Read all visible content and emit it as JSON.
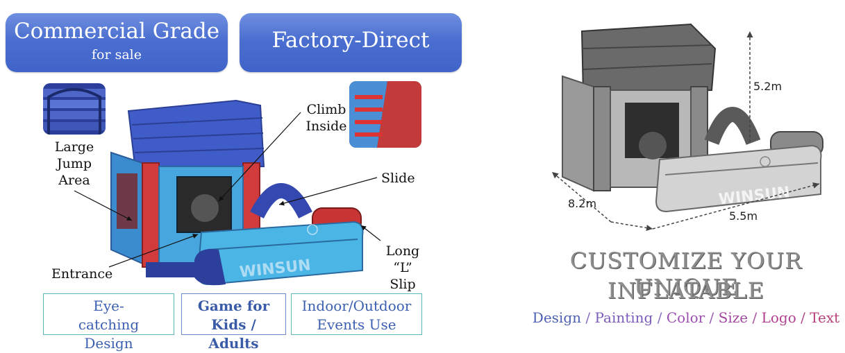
{
  "badges": {
    "commercial": {
      "title": "Commercial Grade",
      "subtitle": "for sale"
    },
    "factory": {
      "title": "Factory-Direct"
    }
  },
  "product_labels": {
    "jump_area": "Large Jump Area",
    "climb": "Climb Inside",
    "slide": "Slide",
    "entrance": "Entrance",
    "slip": "Long “L” Slip"
  },
  "features": [
    {
      "text": "Eye-catching Design"
    },
    {
      "text": "Game for Kids / Adults"
    },
    {
      "text": "Indoor/Outdoor Events Use"
    }
  ],
  "brand": {
    "logo_text": "WINSUN"
  },
  "dimensions": {
    "height": "5.2m",
    "length": "8.2m",
    "width": "5.5m"
  },
  "customize": {
    "headline_line1": "CUSTOMIZE YOUR UNIQUE",
    "headline_line2": "INFLATABLE",
    "options": [
      {
        "text": "Design",
        "color": "#4b5fb0"
      },
      {
        "text": "Painting",
        "color": "#7a5cb8"
      },
      {
        "text": "Color",
        "color": "#9b4fb0"
      },
      {
        "text": "Size",
        "color": "#a0489f"
      },
      {
        "text": "Logo",
        "color": "#b0408e"
      },
      {
        "text": "Text",
        "color": "#b8407a"
      }
    ],
    "separator": "/"
  }
}
